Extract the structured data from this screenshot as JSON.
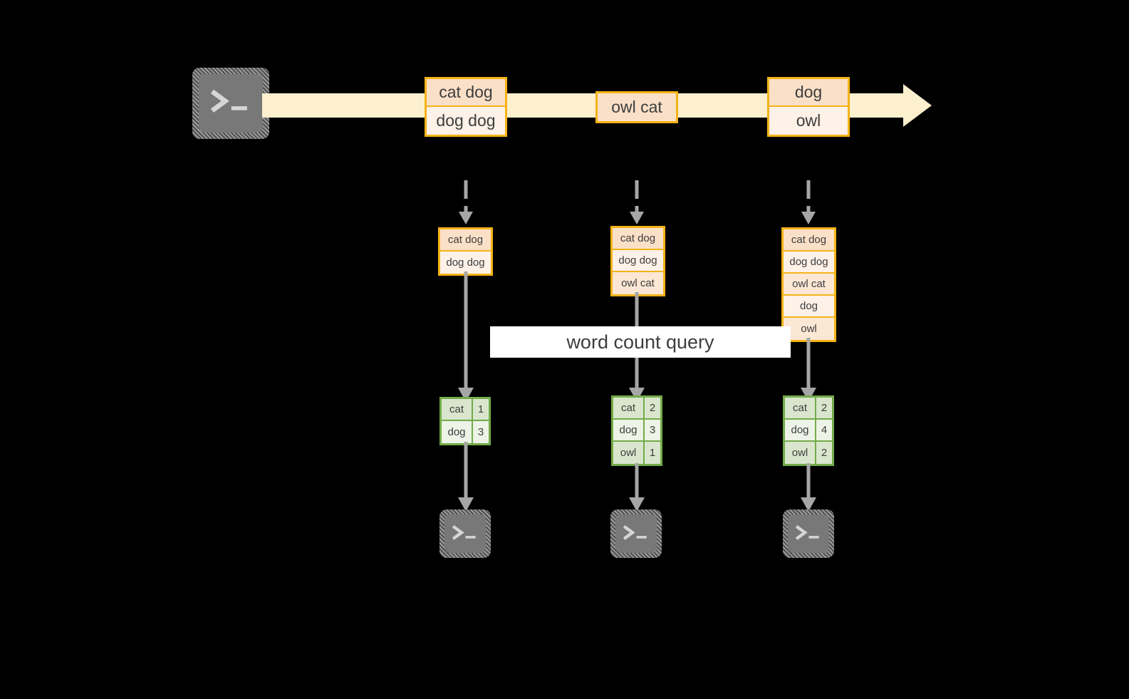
{
  "diagram": {
    "title_label": "word count query",
    "colors": {
      "stream_fill": "#fdf0ce",
      "event_border": "#f4b317",
      "event_fill_dark": "#fbe0c8",
      "event_fill_light": "#fdf1e8",
      "result_border": "#73ab49",
      "result_fill_dark": "#d9e6cd",
      "result_fill_light": "#edf3e7",
      "connector": "#a6a6a6",
      "terminal_body": "#787878",
      "label_background": "#ffffff",
      "canvas_background": "#000000"
    },
    "source": {
      "icon": "terminal-icon",
      "glyph": ">_"
    },
    "stream": {
      "icon": "right-arrow-icon",
      "events": [
        {
          "name": "event-group-1",
          "lines": [
            "cat dog",
            "dog dog"
          ]
        },
        {
          "name": "event-group-2",
          "lines": [
            "owl cat"
          ]
        },
        {
          "name": "event-group-3",
          "lines": [
            "dog",
            "owl"
          ]
        }
      ]
    },
    "snapshots": [
      {
        "name": "snapshot-1",
        "input_rows": [
          "cat dog",
          "dog dog"
        ],
        "result_header_less": true,
        "results": [
          {
            "word": "cat",
            "count": "1"
          },
          {
            "word": "dog",
            "count": "3"
          }
        ],
        "sink_icon": "terminal-icon",
        "sink_glyph": ">_"
      },
      {
        "name": "snapshot-2",
        "input_rows": [
          "cat dog",
          "dog dog",
          "owl cat"
        ],
        "results": [
          {
            "word": "cat",
            "count": "2"
          },
          {
            "word": "dog",
            "count": "3"
          },
          {
            "word": "owl",
            "count": "1"
          }
        ],
        "sink_icon": "terminal-icon",
        "sink_glyph": ">_"
      },
      {
        "name": "snapshot-3",
        "input_rows": [
          "cat dog",
          "dog dog",
          "owl cat",
          "dog",
          "owl"
        ],
        "results": [
          {
            "word": "cat",
            "count": "2"
          },
          {
            "word": "dog",
            "count": "4"
          },
          {
            "word": "owl",
            "count": "2"
          }
        ],
        "sink_icon": "terminal-icon",
        "sink_glyph": ">_"
      }
    ]
  }
}
